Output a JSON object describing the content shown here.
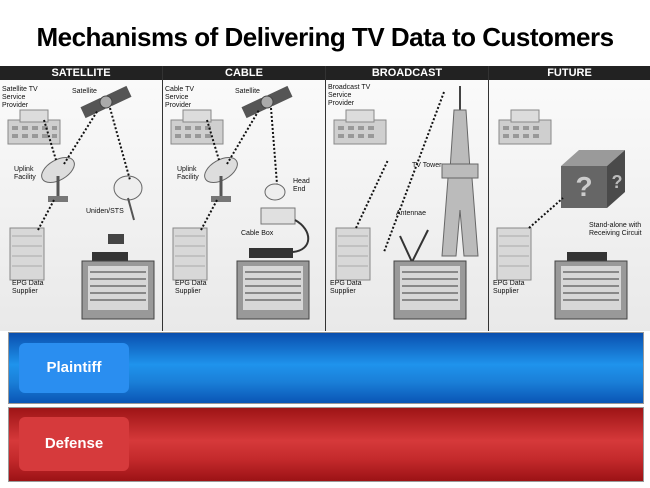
{
  "title": "Mechanisms of Delivering TV Data to Customers",
  "panels": [
    {
      "header": "SATELLITE",
      "labels": {
        "provider": "Satellite TV\nService\nProvider",
        "satellite": "Satellite",
        "uplink": "Uplink\nFacility",
        "receiver": "Uniden/STS",
        "supplier": "EPG Data\nSupplier"
      }
    },
    {
      "header": "CABLE",
      "labels": {
        "provider": "Cable TV\nService\nProvider",
        "satellite": "Satellite",
        "uplink": "Uplink\nFacility",
        "headend": "Head\nEnd",
        "cablebox": "Cable Box",
        "supplier": "EPG Data\nSupplier"
      }
    },
    {
      "header": "BROADCAST",
      "labels": {
        "provider": "Broadcast TV\nService\nProvider",
        "tower": "TV Tower",
        "antenna": "Antennae",
        "supplier": "EPG Data\nSupplier"
      }
    },
    {
      "header": "FUTURE",
      "labels": {
        "standalone": "Stand-alone with\nReceiving Circuit",
        "supplier": "EPG Data\nSupplier"
      }
    }
  ],
  "bands": {
    "plaintiff": "Plaintiff",
    "defense": "Defense"
  },
  "colors": {
    "plaintiff": "#1a7fd8",
    "defense": "#c42a2c",
    "header": "#222222"
  }
}
